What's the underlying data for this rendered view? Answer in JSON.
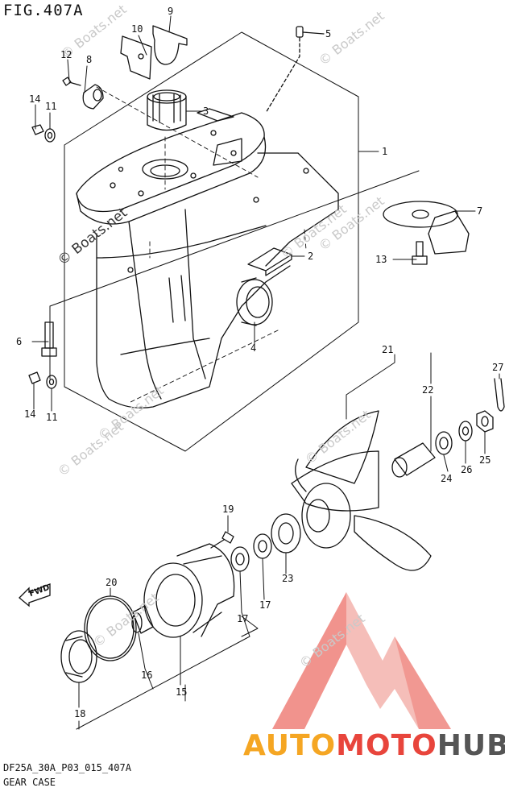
{
  "figure_title": "FIG.407A",
  "drawing_code": "DF25A_30A_P03_015_407A",
  "section_name": "GEAR CASE",
  "watermark_text": "© Boats.net",
  "direction_label": "FWD",
  "brand": {
    "part1": "AUTO",
    "part2": "MOTO",
    "part3": "HUB",
    "colors": {
      "auto": "#f5a623",
      "moto": "#e8453c",
      "hub": "#555555"
    }
  },
  "callouts": {
    "c1": "1",
    "c2": "2",
    "c3": "3",
    "c4": "4",
    "c5": "5",
    "c6": "6",
    "c7": "7",
    "c8": "8",
    "c9": "9",
    "c10": "10",
    "c11a": "11",
    "c11b": "11",
    "c12": "12",
    "c13": "13",
    "c14a": "14",
    "c14b": "14",
    "c15": "15",
    "c16": "16",
    "c17a": "17",
    "c17b": "17",
    "c18": "18",
    "c19": "19",
    "c20": "20",
    "c21": "21",
    "c22": "22",
    "c23": "23",
    "c24": "24",
    "c25": "25",
    "c26": "26",
    "c27": "27"
  }
}
